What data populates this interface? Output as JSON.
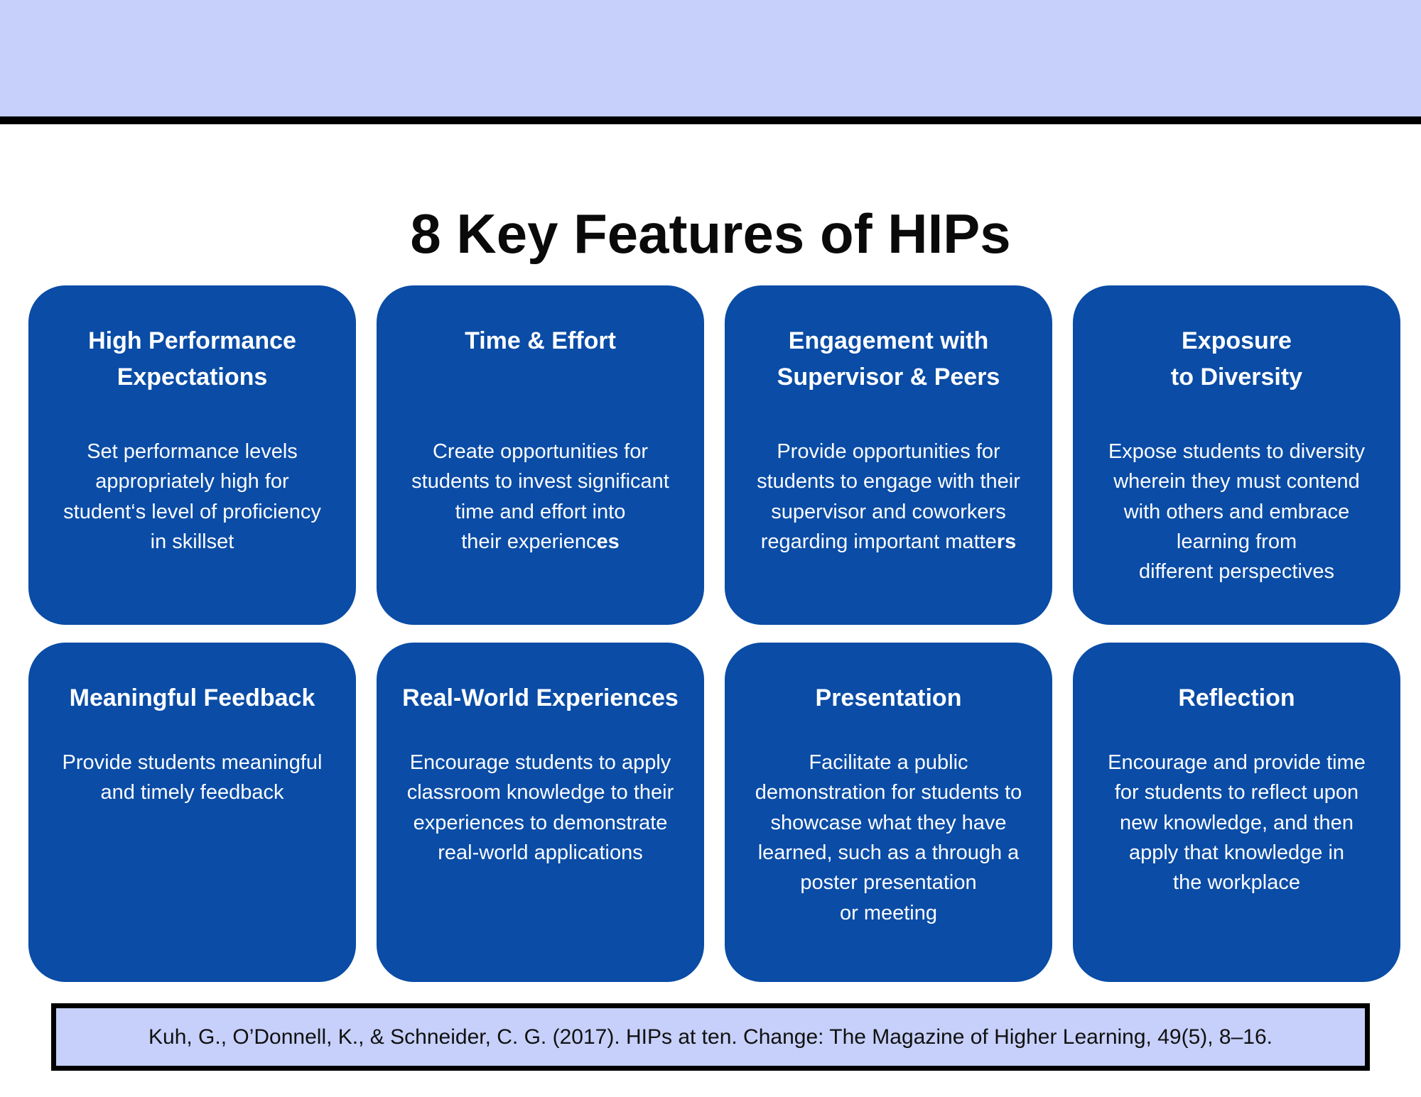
{
  "page": {
    "title": "8 Key Features of HIPs",
    "colors": {
      "band": "#c6d0fa",
      "rule": "#000000",
      "card_blue": "#0a4ca6",
      "card_text": "#ffffff",
      "citation_fill": "#c6d0fa",
      "citation_border": "#000000"
    }
  },
  "cards": [
    {
      "title": "High Performance\nExpectations",
      "body": "Set performance levels\nappropriately high for\nstudent‘s level of proficiency\nin skillset",
      "body_bold": ""
    },
    {
      "title": "Time & Effort",
      "body": "Create opportunities for\nstudents to invest significant\ntime and effort into\ntheir experienc",
      "body_bold": "es"
    },
    {
      "title": "Engagement with\nSupervisor & Peers",
      "body": "Provide opportunities for\nstudents to engage with their\nsupervisor and coworkers\nregarding important matte",
      "body_bold": "rs"
    },
    {
      "title": "Exposure\nto Diversity",
      "body": "Expose students to diversity\nwherein they must contend\nwith others and embrace\nlearning from\ndifferent perspectives",
      "body_bold": ""
    },
    {
      "title": "Meaningful Feedback",
      "body": "Provide students meaningful\nand timely feedback",
      "body_bold": ""
    },
    {
      "title": "Real-World Experiences",
      "body": "Encourage students to apply\nclassroom knowledge to their\nexperiences to demonstrate\nreal-world applications",
      "body_bold": ""
    },
    {
      "title": "Presentation",
      "body": "Facilitate a public\ndemonstration for students to\nshowcase what they have\nlearned, such as a through a\nposter presentation\nor meeting",
      "body_bold": ""
    },
    {
      "title": "Reflection",
      "body": "Encourage and provide time\nfor students to reflect upon\nnew knowledge, and then\napply that knowledge in\nthe workplace",
      "body_bold": ""
    }
  ],
  "citation": {
    "text": "Kuh, G., O’Donnell, K., & Schneider, C. G. (2017). HIPs at ten. Change: The Magazine of Higher Learning, 49(5), 8–16."
  }
}
